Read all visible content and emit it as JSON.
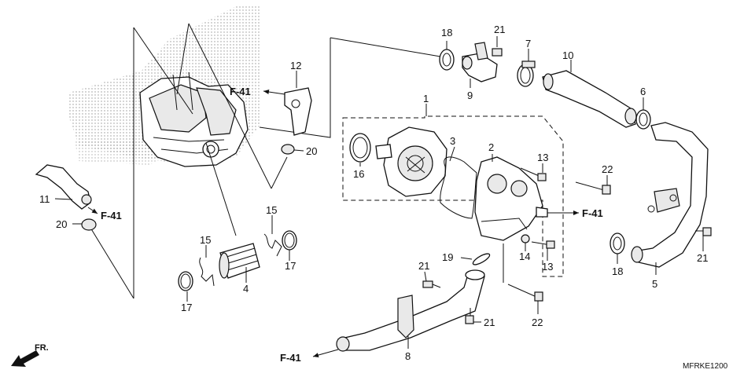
{
  "callouts": {
    "c1": "1",
    "c2": "2",
    "c3": "3",
    "c4": "4",
    "c5": "5",
    "c6": "6",
    "c7": "7",
    "c8": "8",
    "c9": "9",
    "c10": "10",
    "c11": "11",
    "c12": "12",
    "c13a": "13",
    "c13b": "13",
    "c14": "14",
    "c15a": "15",
    "c15b": "15",
    "c16": "16",
    "c17a": "17",
    "c17b": "17",
    "c18a": "18",
    "c18b": "18",
    "c19": "19",
    "c20a": "20",
    "c20b": "20",
    "c21a": "21",
    "c21b": "21",
    "c21c": "21",
    "c21d": "21",
    "c22a": "22",
    "c22b": "22"
  },
  "references": {
    "f41_top": "F-41",
    "f41_left": "F-41",
    "f41_right": "F-41",
    "f41_bottom": "F-41"
  },
  "front_indicator": "FR.",
  "diagram_code": "MFRKE1200",
  "icons": {
    "front_arrow": "front-direction-arrow-icon",
    "reference_arrow": "reference-arrow-icon"
  }
}
